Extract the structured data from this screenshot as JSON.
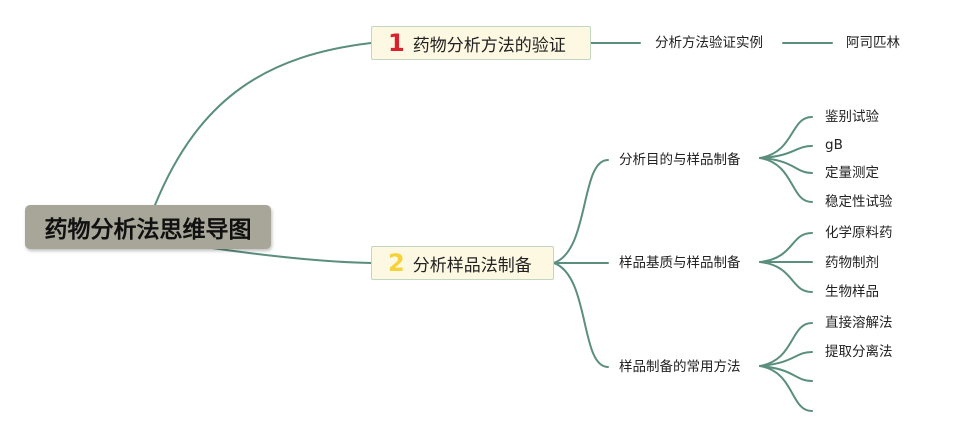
{
  "root": {
    "label": "药物分析法思维导图"
  },
  "branches": [
    {
      "number": "1",
      "label": "药物分析方法的验证",
      "children": [
        {
          "label": "分析方法验证实例",
          "children": [
            "阿司匹林"
          ]
        }
      ]
    },
    {
      "number": "2",
      "label": "分析样品法制备",
      "children": [
        {
          "label": "分析目的与样品制备",
          "children": [
            "鉴别试验",
            "gB",
            "定量测定",
            "稳定性试验"
          ]
        },
        {
          "label": "样品基质与样品制备",
          "children": [
            "化学原料药",
            "药物制剂",
            "生物样品"
          ]
        },
        {
          "label": "样品制备的常用方法",
          "children": [
            "直接溶解法",
            "提取分离法",
            "",
            ""
          ]
        }
      ]
    }
  ],
  "colors": {
    "line": "#5b8e7d",
    "root_bg": "#a7a698",
    "branch_bg": "#fdf8e1",
    "num1": "#d9222e",
    "num2": "#f5d23a"
  }
}
